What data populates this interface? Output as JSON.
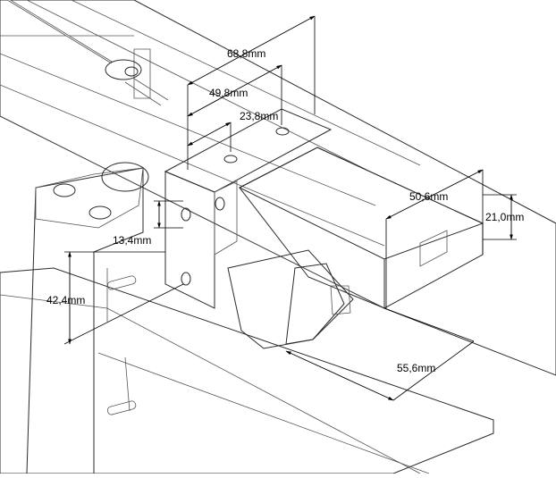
{
  "drawing": {
    "view": "isometric assembly view",
    "colors": {
      "background": "#ffffff",
      "part_light": "#f2f2f2",
      "part_mid": "#e6e6e6",
      "part_dark": "#d4d4d4",
      "bracket": "#c9ccd4",
      "edge": "#2b2b2b",
      "dimension": "#000000"
    }
  },
  "dimensions": {
    "d1": "68,8mm",
    "d2": "49,8mm",
    "d3": "23,8mm",
    "d4": "50,6mm",
    "d5": "21,0mm",
    "d6": "13,4mm",
    "d7": "42,4mm",
    "d8": "55,6mm"
  }
}
